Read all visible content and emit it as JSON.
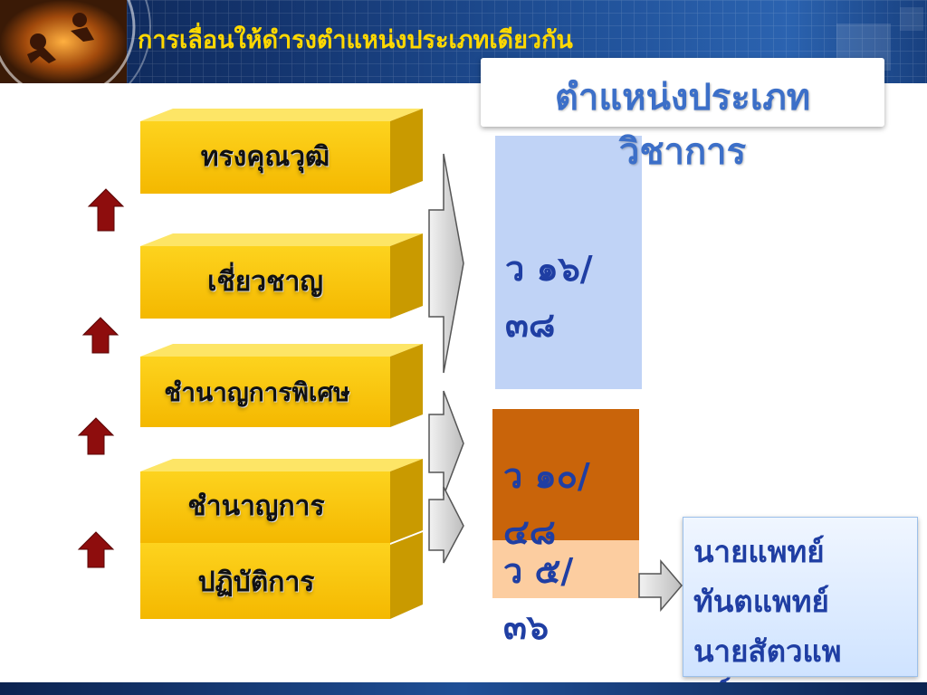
{
  "title": "การเลื่อนให้ดำรงตำแหน่งประเภทเดียวกัน",
  "category": {
    "line1": "ตำแหน่งประเภท",
    "line2": "วิชาการ"
  },
  "levels": [
    {
      "name": "ทรงคุณวุฒิ"
    },
    {
      "name": "เชี่ยวชาญ"
    },
    {
      "name": "ชำนาญการพิเศษ"
    },
    {
      "name": "ชำนาญการ"
    },
    {
      "name": "ปฏิบัติการ"
    }
  ],
  "circulars": [
    {
      "line1": "ว ๑๖/",
      "line2": "๓๘"
    },
    {
      "line1": "ว ๑๐/",
      "line2": "๔๘"
    },
    {
      "line1": "ว ๕/",
      "line2": "๓๖"
    }
  ],
  "professions": [
    "นายแพทย์",
    "ทันตแพทย์",
    "นายสัตวแพ",
    "ทย์"
  ],
  "colors": {
    "header": "#1f4f96",
    "title_text": "#ffd800",
    "slab": "#fcc90a",
    "arrow_up": "#8e0d0d",
    "blue_column": "#c0d3f6",
    "orange_column": "#c9640a",
    "peach_column": "#fccda0",
    "code_text": "#1f3ea3"
  },
  "icons": [
    "up-arrow-icon",
    "right-arrow-icon"
  ]
}
